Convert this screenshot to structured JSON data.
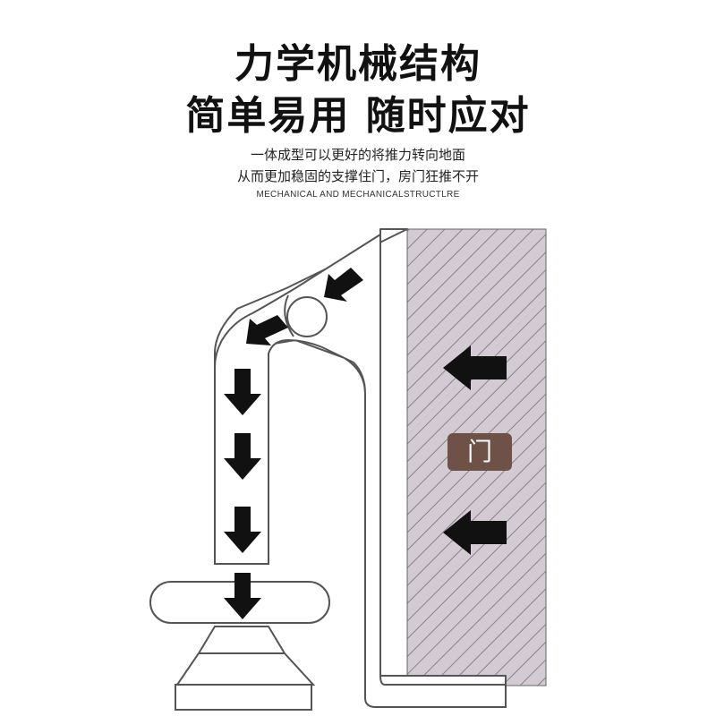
{
  "headline": {
    "line1": "力学机械结构",
    "line2": "简单易用 随时应对"
  },
  "subtitle": {
    "line1": "一体成型可以更好的将推力转向地面",
    "line2": "从而更加稳固的支撑住门，房门狂推不开",
    "english": "MECHANICAL AND MECHANICALSTRUCTLRE"
  },
  "diagram": {
    "door_label": "门",
    "colors": {
      "door_fill": "#d3cbd3",
      "door_hatch": "#8a8088",
      "door_label_bg": "#6e5248",
      "outline": "#555555",
      "arrow": "#111111"
    },
    "icons": [
      "arrow-down-icon",
      "arrow-left-icon",
      "arrow-diagonal-icon"
    ]
  }
}
